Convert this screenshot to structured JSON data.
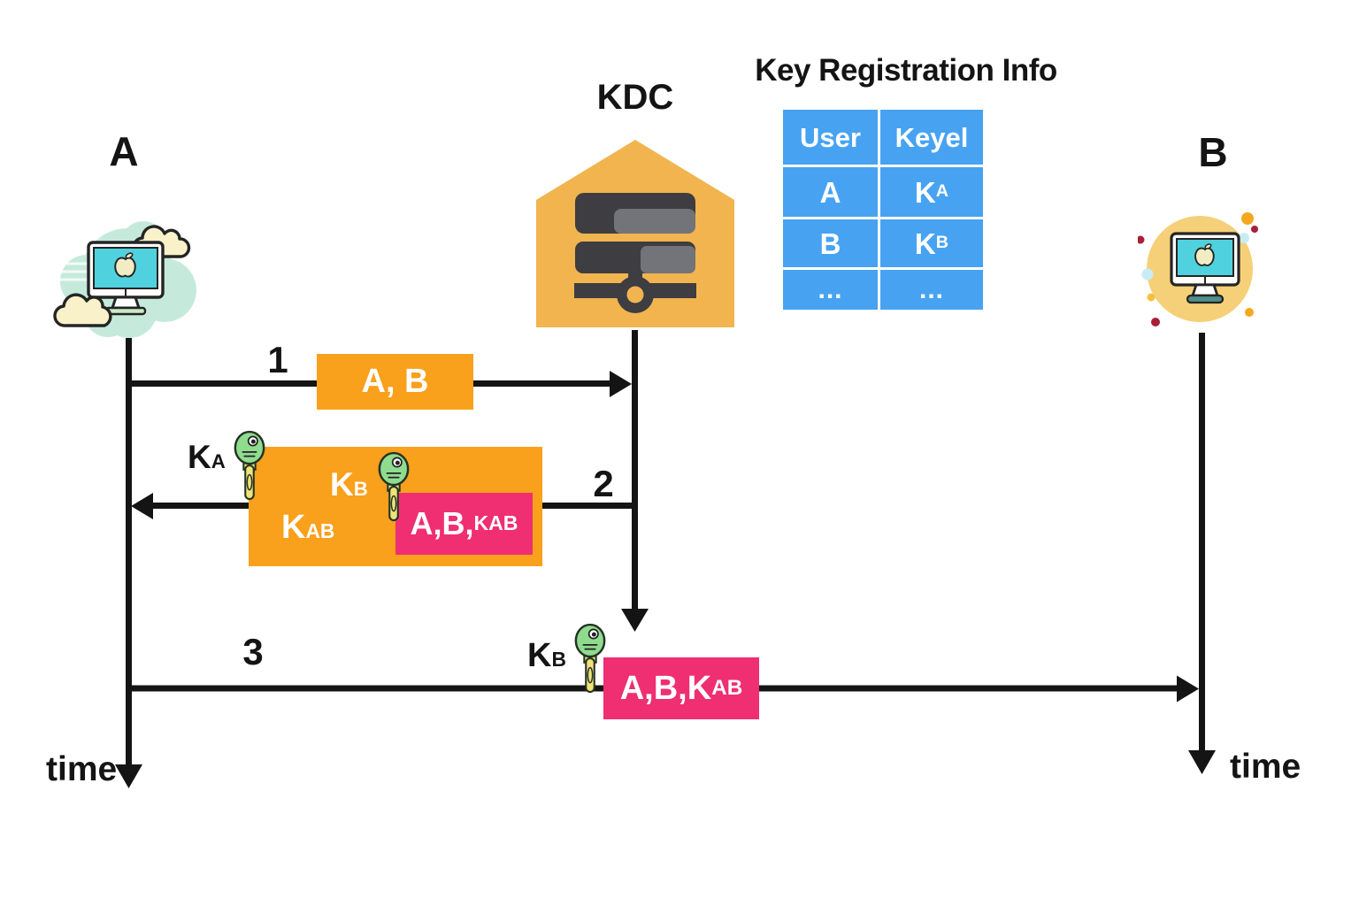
{
  "participants": {
    "a": {
      "label": "A"
    },
    "kdc": {
      "label": "KDC"
    },
    "b": {
      "label": "B"
    }
  },
  "registry": {
    "title": "Key Registration Info",
    "columns": [
      "User",
      "Keyel"
    ],
    "rows": [
      {
        "user": "A",
        "key_base": "K",
        "key_sub": "A"
      },
      {
        "user": "B",
        "key_base": "K",
        "key_sub": "B"
      },
      {
        "user": "...",
        "key_base": "...",
        "key_sub": ""
      }
    ]
  },
  "messages": {
    "m1": {
      "number": "1",
      "payload": "A, B"
    },
    "m2": {
      "number": "2",
      "ka_base": "K",
      "ka_sub": "A",
      "kb_base": "K",
      "kb_sub": "B",
      "kab_base": "K",
      "kab_sub": "AB",
      "payload_main": "A,B,",
      "payload_sub": "KAB"
    },
    "m3": {
      "number": "3",
      "kb_base": "K",
      "kb_sub": "B",
      "payload_main": "A,B,K",
      "payload_sub": "AB"
    }
  },
  "time_label": "time",
  "icons": {
    "a": "computer-cloud-icon",
    "kdc": "server-house-icon",
    "b": "computer-circle-icon",
    "keys": "key-icon"
  },
  "colors": {
    "message_box_orange": "#F9A01C",
    "house_orange": "#F1B44F",
    "pink": "#EF2F72",
    "table_blue": "#47A3F1",
    "line_black": "#141414",
    "key_green": "#8FDC8F",
    "key_yellow": "#EFE37A",
    "mint_blob": "#C5EADC",
    "screen_teal": "#4FD2DE",
    "cloud_cream": "#F8F1C9",
    "b_circle_yellow": "#F5D078"
  }
}
